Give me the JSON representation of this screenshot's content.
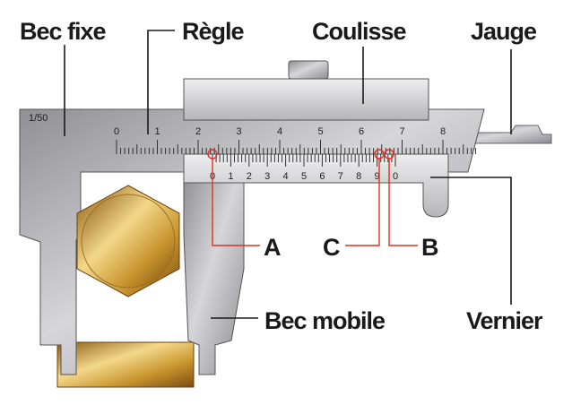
{
  "labels": {
    "bec_fixe": "Bec fixe",
    "regle": "Règle",
    "coulisse": "Coulisse",
    "jauge": "Jauge",
    "bec_mobile": "Bec mobile",
    "vernier": "Vernier",
    "a": "A",
    "b": "B",
    "c": "C"
  },
  "precision": "1/50",
  "main_scale_numbers": [
    "0",
    "1",
    "2",
    "3",
    "4",
    "5",
    "6",
    "7",
    "8"
  ],
  "vernier_numbers": [
    "0",
    "1",
    "2",
    "3",
    "4",
    "5",
    "6",
    "7",
    "8",
    "9",
    "0"
  ],
  "colors": {
    "steel": "#a9a9ad",
    "gold": "#c9952e",
    "marker": "#e0301e"
  }
}
